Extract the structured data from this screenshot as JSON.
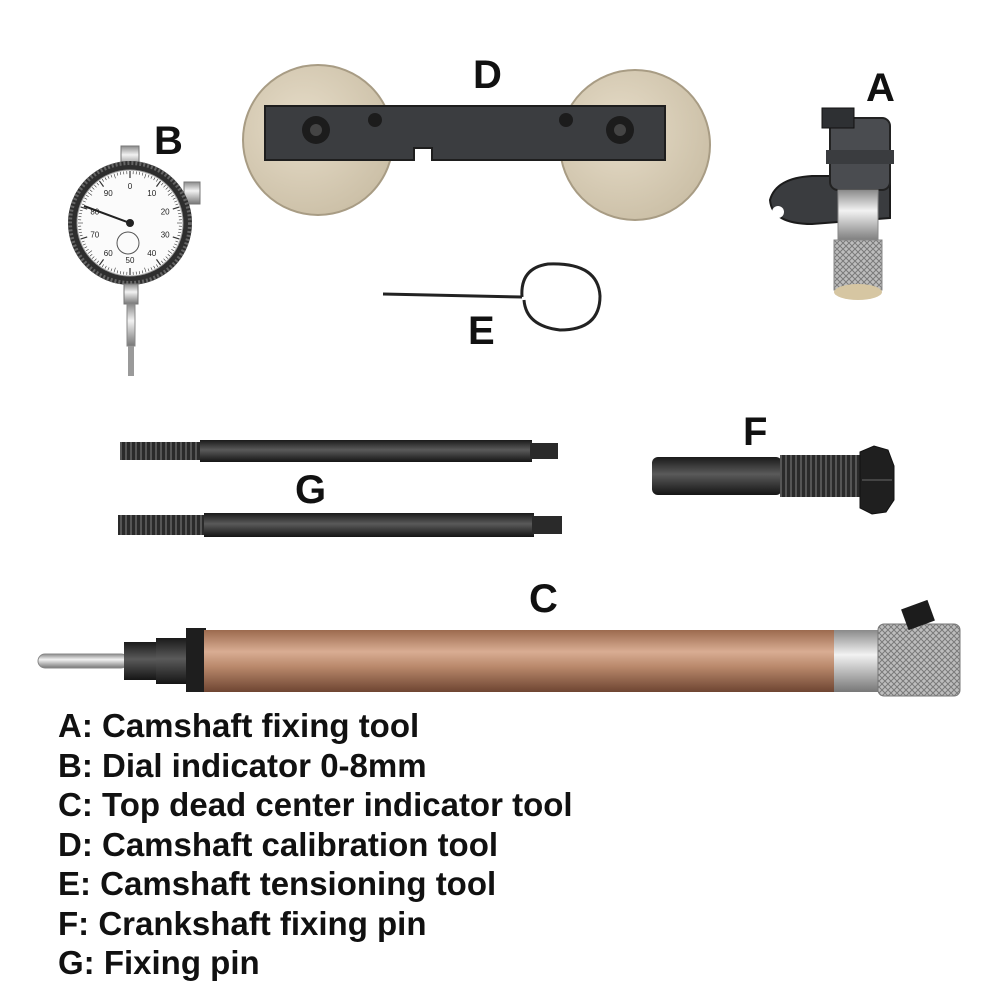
{
  "labels": {
    "A": "A",
    "B": "B",
    "C": "C",
    "D": "D",
    "E": "E",
    "F": "F",
    "G": "G"
  },
  "legend": [
    "A: Camshaft fixing tool",
    "B: Dial indicator 0-8mm",
    "C: Top dead center indicator tool",
    "D: Camshaft calibration tool",
    "E: Camshaft tensioning tool",
    "F: Crankshaft fixing pin",
    "G: Fixing pin"
  ],
  "dial": {
    "scale": [
      "0",
      "10",
      "20",
      "30",
      "40",
      "50",
      "60",
      "70",
      "80",
      "90"
    ]
  },
  "colors": {
    "background": "#ffffff",
    "steel_dark": "#2b2b2b",
    "plate_tan": "#d9cfba",
    "copper": "#b8876a",
    "chrome": "#c9c9c9"
  }
}
